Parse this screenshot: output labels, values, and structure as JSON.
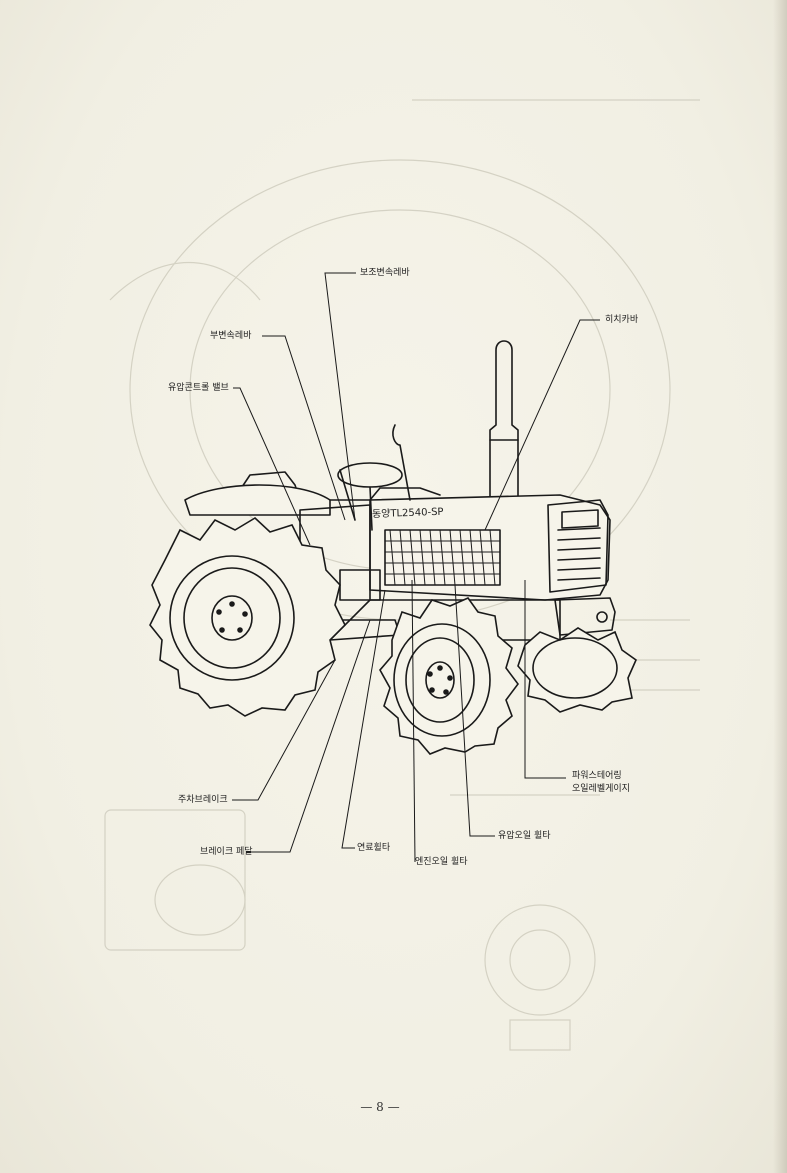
{
  "diagram": {
    "model_label": "동양TL2540-SP",
    "callouts": [
      {
        "id": "auxiliary-shift-lever",
        "text": "보조변속레바"
      },
      {
        "id": "sub-shift-lever",
        "text": "부변속레바"
      },
      {
        "id": "hydraulic-control-valve",
        "text": "유압콘트롤 밸브"
      },
      {
        "id": "hitch-bar",
        "text": "히치카바"
      },
      {
        "id": "parking-brake",
        "text": "주차브레이크"
      },
      {
        "id": "brake-pedal",
        "text": "브레이크 페달"
      },
      {
        "id": "fuel-filter",
        "text": "연료휠타"
      },
      {
        "id": "engine-oil-filter",
        "text": "엔진오일 휠타"
      },
      {
        "id": "hydraulic-oil-filter",
        "text": "유압오일 휠타"
      },
      {
        "id": "power-steering-gauge-line1",
        "text": "파워스테어링"
      },
      {
        "id": "power-steering-gauge-line2",
        "text": "오일레벨게이지"
      }
    ]
  },
  "footer": {
    "page_number": "— 8 —"
  },
  "colors": {
    "paper": "#f3f1e6",
    "ink": "#1a1a1a",
    "ghost": "#b9b6a8"
  }
}
